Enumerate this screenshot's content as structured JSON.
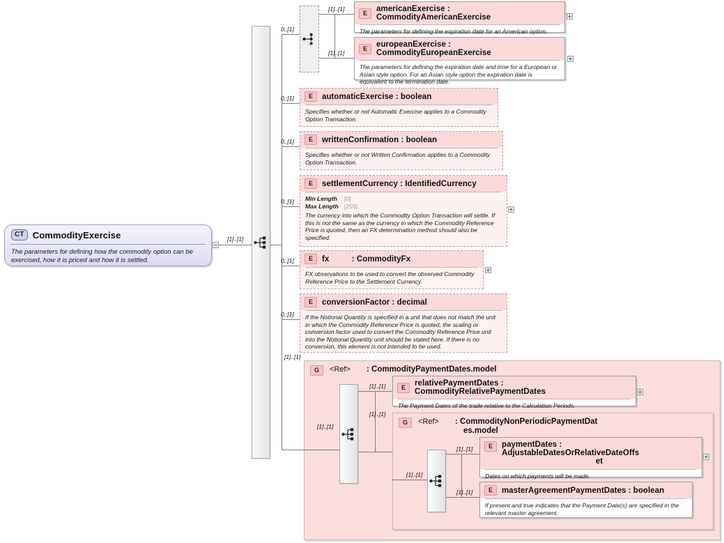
{
  "diagram": {
    "kind": "xsd-schema-diagram",
    "root": {
      "badge": "CT",
      "name": "CommodityExercise",
      "doc": "The parameters for defining how the commodity option can be exercised, how it is priced and how it is settled.",
      "cardinality": "[1]..[1]"
    },
    "compositors": {
      "root_sequence": "sequence-icon",
      "exercise_choice": "choice-icon",
      "payment_sequence": "sequence-icon",
      "nonperiodic_sequence": "sequence-icon"
    },
    "choice_block": {
      "cardinality": "0..[1]",
      "options": [
        {
          "badge": "E",
          "name": "americanExercise : CommodityAmericanExercise",
          "doc": "The parameters for defining the expiration date for an American option.",
          "cardinality": "[1]..[1]",
          "required": true,
          "expand": "+"
        },
        {
          "badge": "E",
          "name": "europeanExercise : CommodityEuropeanExercise",
          "doc": "The parameters for defining the expiration date and time for a European or Asian style option. For an Asian style option the expiration date is equivalent to the termination date.",
          "cardinality": "[1]..[1]",
          "required": true,
          "expand": "+"
        }
      ]
    },
    "elements": [
      {
        "badge": "E",
        "name": "automaticExercise : boolean",
        "doc": "Specifies whether or not Automatic Exercise applies to a Commodity Option Transaction.",
        "cardinality": "0..[1]",
        "required": false
      },
      {
        "badge": "E",
        "name": "writtenConfirmation : boolean",
        "doc": "Specifies whether or not Written Confirmation applies to a Commodity Option Transaction.",
        "cardinality": "0..[1]",
        "required": false
      },
      {
        "badge": "E",
        "name": "settlementCurrency : IdentifiedCurrency",
        "doc": "The currency into which the Commodity Option Transaction will settle. If this is not the same as the currency in which the Commodity Reference Price is quoted, then an FX determination method should also be specified.",
        "cardinality": "0..[1]",
        "required": false,
        "expand": "+",
        "facets": [
          {
            "label": "Min Length",
            "value": "[0]"
          },
          {
            "label": "Max Length",
            "value": "[255]"
          }
        ]
      },
      {
        "badge": "E",
        "name": "fx          : CommodityFx",
        "doc": "FX observations to be used to convert the observed Commodity Reference Price to the Settlement Currency.",
        "cardinality": "0..[1]",
        "required": false,
        "expand": "+"
      },
      {
        "badge": "E",
        "name": "conversionFactor : decimal",
        "doc": "If the Notional Quantity is specified in a unit that does not match the unit in which the Commodity Reference Price is quoted, the scaling or conversion factor used to convert the Commodity Reference Price unit into the Notional Quantity unit should be stated here. If there is no conversion, this element is not intended to be used.",
        "cardinality": "0..[1]",
        "required": false
      }
    ],
    "payment_group": {
      "badge": "G",
      "ref": "<Ref>",
      "type": ": CommodityPaymentDates.model",
      "cardinality_in": "[1]..[1]",
      "sequence_cardinality": "[1]..[1]",
      "children": [
        {
          "badge": "E",
          "name": "relativePaymentDates : CommodityRelativePaymentDates",
          "doc": "The Payment Dates of the trade relative to the Calculation Periods.",
          "cardinality": "[1]..[1]",
          "required": true,
          "expand": "+"
        }
      ],
      "nested_group": {
        "badge": "G",
        "ref": "<Ref>",
        "type_line1": ": CommodityNonPeriodicPaymentDat",
        "type_line2": "es.model",
        "cardinality_in": "[1]..[1]",
        "sequence_cardinality": "[1]..[1]",
        "children": [
          {
            "badge": "E",
            "name_line1": "paymentDates : AdjustableDatesOrRelativeDateOffs",
            "name_line2": "et",
            "doc": "Dates on which payments will be made.",
            "cardinality": "[1]..[1]",
            "required": true,
            "expand": "+"
          },
          {
            "badge": "E",
            "name": "masterAgreementPaymentDates : boolean",
            "doc": "If present and true indicates that the Payment Date(s) are specified in the relevant master agreement.",
            "cardinality": "[1]..[1]",
            "required": true
          }
        ]
      }
    },
    "colors": {
      "element_header": "#fad9da",
      "group_background": "#fadede",
      "complextype_background": "#e7e7f6",
      "line": "#7d7d7d"
    }
  }
}
